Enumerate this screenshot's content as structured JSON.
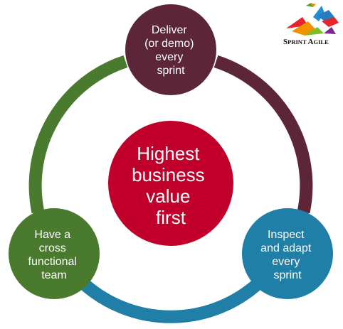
{
  "center": {
    "lines": [
      "Highest",
      "business",
      "value",
      "first"
    ],
    "color": "#c0002a"
  },
  "nodes": [
    {
      "id": "deliver",
      "lines": [
        "Deliver",
        "(or demo)",
        "every",
        "sprint"
      ],
      "color": "#5c2638"
    },
    {
      "id": "inspect",
      "lines": [
        "Inspect",
        "and adapt",
        "every",
        "sprint"
      ],
      "color": "#1f7fa6"
    },
    {
      "id": "team",
      "lines": [
        "Have a",
        "cross",
        "functional",
        "team"
      ],
      "color": "#4a7a2e"
    }
  ],
  "arcs": [
    {
      "from": "deliver",
      "to": "inspect",
      "color": "#5c2638"
    },
    {
      "from": "inspect",
      "to": "team",
      "color": "#1f7fa6"
    },
    {
      "from": "team",
      "to": "deliver",
      "color": "#4a7a2e"
    }
  ],
  "logo": {
    "first": "S",
    "first_rest": "PRINT",
    "second": "A",
    "second_rest": "GILE"
  }
}
